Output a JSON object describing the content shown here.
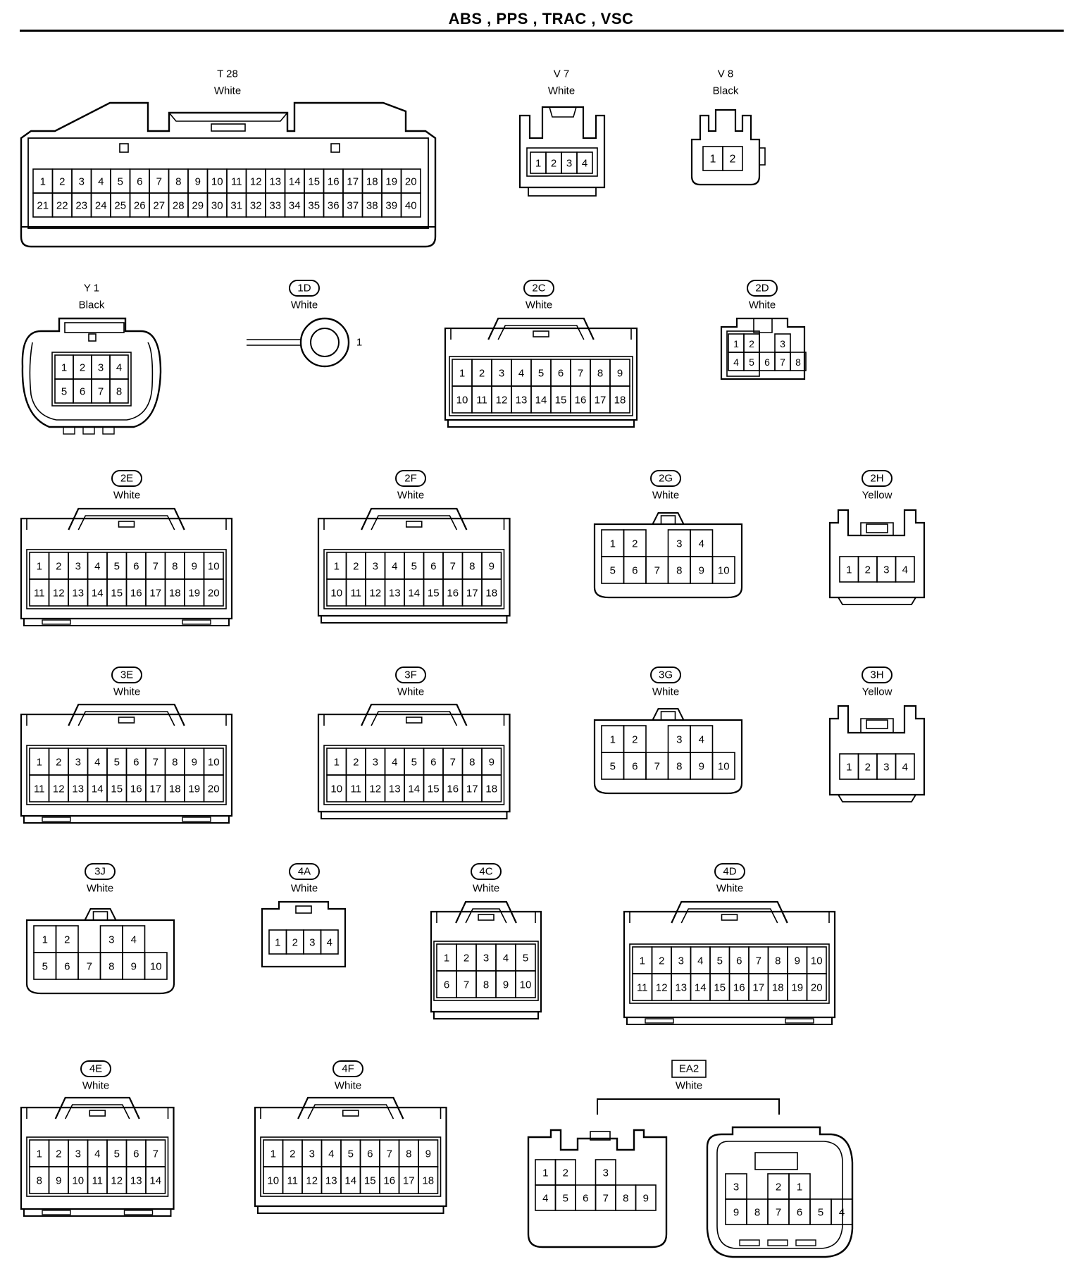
{
  "title": "ABS , PPS , TRAC , VSC",
  "connectors": [
    {
      "id": "T 28",
      "color": "White",
      "badge": "plain",
      "pins": [
        [
          "1",
          "2",
          "3",
          "4",
          "5",
          "6",
          "7",
          "8",
          "9",
          "10",
          "11",
          "12",
          "13",
          "14",
          "15",
          "16",
          "17",
          "18",
          "19",
          "20"
        ],
        [
          "21",
          "22",
          "23",
          "24",
          "25",
          "26",
          "27",
          "28",
          "29",
          "30",
          "31",
          "32",
          "33",
          "34",
          "35",
          "36",
          "37",
          "38",
          "39",
          "40"
        ]
      ]
    },
    {
      "id": "V 7",
      "color": "White",
      "badge": "plain",
      "pins": [
        [
          "1",
          "2",
          "3",
          "4"
        ]
      ]
    },
    {
      "id": "V 8",
      "color": "Black",
      "badge": "plain",
      "pins": [
        [
          "1",
          "2"
        ]
      ]
    },
    {
      "id": "Y 1",
      "color": "Black",
      "badge": "plain",
      "pins": [
        [
          "1",
          "2",
          "3",
          "4"
        ],
        [
          "5",
          "6",
          "7",
          "8"
        ]
      ]
    },
    {
      "id": "1D",
      "color": "White",
      "badge": "oval",
      "pins": [
        [
          "1"
        ]
      ]
    },
    {
      "id": "2C",
      "color": "White",
      "badge": "oval",
      "pins": [
        [
          "1",
          "2",
          "3",
          "4",
          "5",
          "6",
          "7",
          "8",
          "9"
        ],
        [
          "10",
          "11",
          "12",
          "13",
          "14",
          "15",
          "16",
          "17",
          "18"
        ]
      ]
    },
    {
      "id": "2D",
      "color": "White",
      "badge": "oval",
      "pins": [
        [
          "1",
          "2",
          "",
          "3"
        ],
        [
          "4",
          "5",
          "6",
          "7",
          "8"
        ]
      ]
    },
    {
      "id": "2E",
      "color": "White",
      "badge": "oval",
      "pins": [
        [
          "1",
          "2",
          "3",
          "4",
          "5",
          "6",
          "7",
          "8",
          "9",
          "10"
        ],
        [
          "11",
          "12",
          "13",
          "14",
          "15",
          "16",
          "17",
          "18",
          "19",
          "20"
        ]
      ]
    },
    {
      "id": "2F",
      "color": "White",
      "badge": "oval",
      "pins": [
        [
          "1",
          "2",
          "3",
          "4",
          "5",
          "6",
          "7",
          "8",
          "9"
        ],
        [
          "10",
          "11",
          "12",
          "13",
          "14",
          "15",
          "16",
          "17",
          "18"
        ]
      ]
    },
    {
      "id": "2G",
      "color": "White",
      "badge": "oval",
      "pins": [
        [
          "1",
          "2",
          "",
          "3",
          "4"
        ],
        [
          "5",
          "6",
          "7",
          "8",
          "9",
          "10"
        ]
      ]
    },
    {
      "id": "2H",
      "color": "Yellow",
      "badge": "oval",
      "pins": [
        [
          "1",
          "2",
          "3",
          "4"
        ]
      ]
    },
    {
      "id": "3E",
      "color": "White",
      "badge": "oval",
      "pins": [
        [
          "1",
          "2",
          "3",
          "4",
          "5",
          "6",
          "7",
          "8",
          "9",
          "10"
        ],
        [
          "11",
          "12",
          "13",
          "14",
          "15",
          "16",
          "17",
          "18",
          "19",
          "20"
        ]
      ]
    },
    {
      "id": "3F",
      "color": "White",
      "badge": "oval",
      "pins": [
        [
          "1",
          "2",
          "3",
          "4",
          "5",
          "6",
          "7",
          "8",
          "9"
        ],
        [
          "10",
          "11",
          "12",
          "13",
          "14",
          "15",
          "16",
          "17",
          "18"
        ]
      ]
    },
    {
      "id": "3G",
      "color": "White",
      "badge": "oval",
      "pins": [
        [
          "1",
          "2",
          "",
          "3",
          "4"
        ],
        [
          "5",
          "6",
          "7",
          "8",
          "9",
          "10"
        ]
      ]
    },
    {
      "id": "3H",
      "color": "Yellow",
      "badge": "oval",
      "pins": [
        [
          "1",
          "2",
          "3",
          "4"
        ]
      ]
    },
    {
      "id": "3J",
      "color": "White",
      "badge": "oval",
      "pins": [
        [
          "1",
          "2",
          "",
          "3",
          "4"
        ],
        [
          "5",
          "6",
          "7",
          "8",
          "9",
          "10"
        ]
      ]
    },
    {
      "id": "4A",
      "color": "White",
      "badge": "oval",
      "pins": [
        [
          "1",
          "2",
          "3",
          "4"
        ]
      ]
    },
    {
      "id": "4C",
      "color": "White",
      "badge": "oval",
      "pins": [
        [
          "1",
          "2",
          "3",
          "4",
          "5"
        ],
        [
          "6",
          "7",
          "8",
          "9",
          "10"
        ]
      ]
    },
    {
      "id": "4D",
      "color": "White",
      "badge": "oval",
      "pins": [
        [
          "1",
          "2",
          "3",
          "4",
          "5",
          "6",
          "7",
          "8",
          "9",
          "10"
        ],
        [
          "11",
          "12",
          "13",
          "14",
          "15",
          "16",
          "17",
          "18",
          "19",
          "20"
        ]
      ]
    },
    {
      "id": "4E",
      "color": "White",
      "badge": "oval",
      "pins": [
        [
          "1",
          "2",
          "3",
          "4",
          "5",
          "6",
          "7"
        ],
        [
          "8",
          "9",
          "10",
          "11",
          "12",
          "13",
          "14"
        ]
      ]
    },
    {
      "id": "4F",
      "color": "White",
      "badge": "oval",
      "pins": [
        [
          "1",
          "2",
          "3",
          "4",
          "5",
          "6",
          "7",
          "8",
          "9"
        ],
        [
          "10",
          "11",
          "12",
          "13",
          "14",
          "15",
          "16",
          "17",
          "18"
        ]
      ]
    },
    {
      "id": "EA2",
      "color": "White",
      "badge": "box",
      "pins": [
        [
          "1",
          "2",
          "",
          "3"
        ],
        [
          "4",
          "5",
          "6",
          "7",
          "8",
          "9"
        ]
      ],
      "pins_mate": [
        [
          "3",
          "",
          "2",
          "1"
        ],
        [
          "9",
          "8",
          "7",
          "6",
          "5",
          "4"
        ]
      ]
    }
  ]
}
